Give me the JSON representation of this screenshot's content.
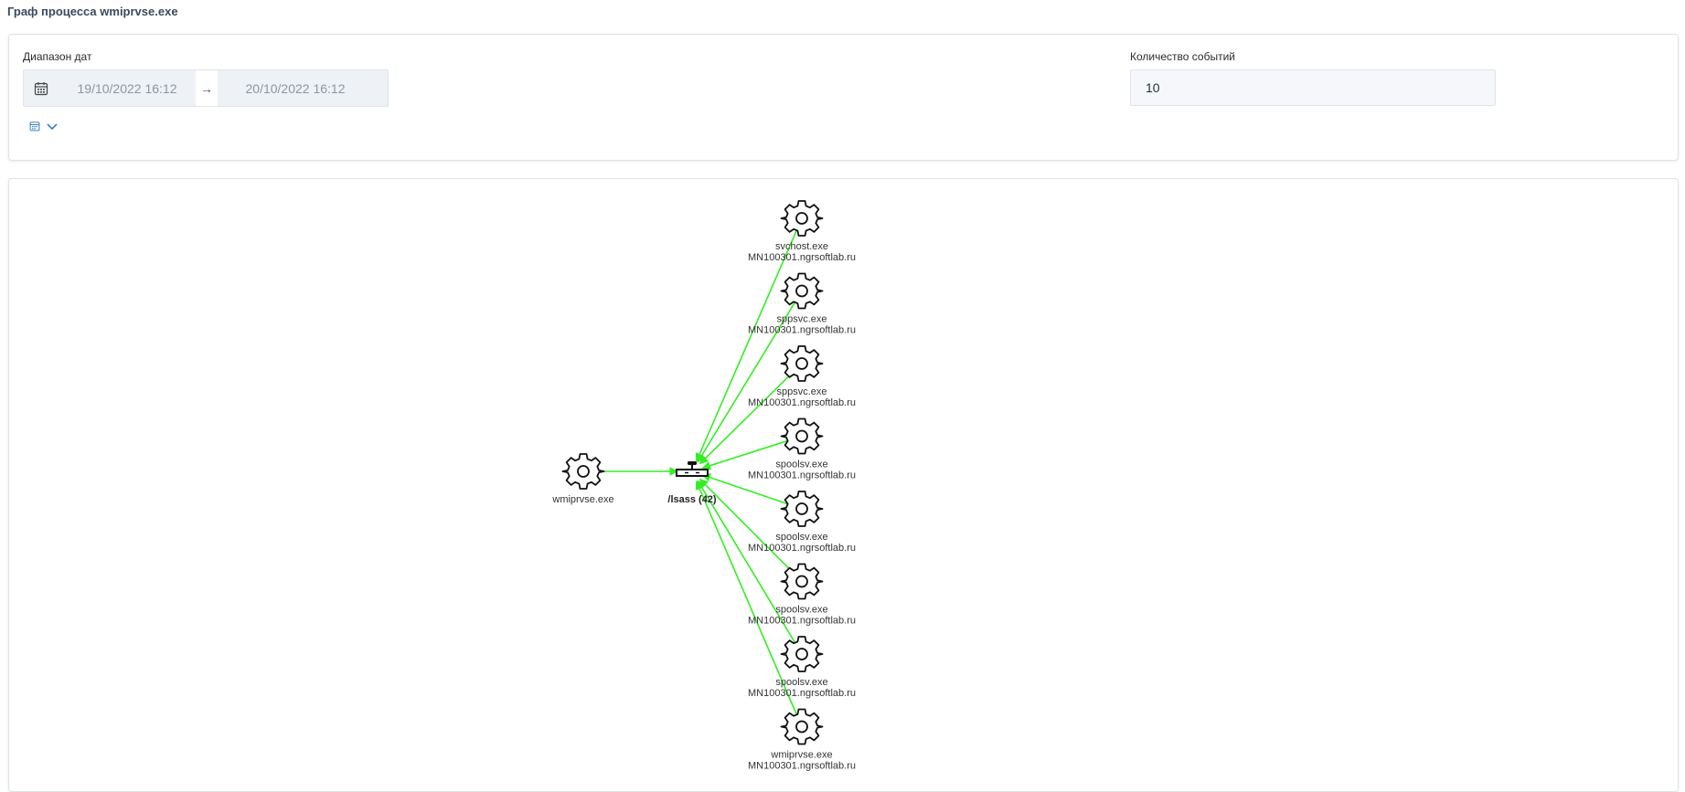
{
  "page": {
    "title": "Граф процесса wmiprvse.exe"
  },
  "filters": {
    "date_range_label": "Диапазон дат",
    "date_start": "19/10/2022 16:12",
    "date_end": "20/10/2022 16:12",
    "range_separator": "→",
    "event_count_label": "Количество событий",
    "event_count_value": "10",
    "icons": {
      "calendar": "calendar-icon",
      "preset_calendar": "calendar-small-icon",
      "chevron": "chevron-down-icon"
    }
  },
  "graph": {
    "edge_color": "#33ee22",
    "center_node": {
      "label": "/lsass (42)",
      "icon": "network-endpoint-icon"
    },
    "source_node": {
      "label": "wmiprvse.exe",
      "icon": "gear-icon"
    },
    "target_nodes": [
      {
        "name": "svchost.exe",
        "host": "MN100301.ngrsoftlab.ru",
        "icon": "gear-icon"
      },
      {
        "name": "sppsvc.exe",
        "host": "MN100301.ngrsoftlab.ru",
        "icon": "gear-icon"
      },
      {
        "name": "sppsvc.exe",
        "host": "MN100301.ngrsoftlab.ru",
        "icon": "gear-icon"
      },
      {
        "name": "spoolsv.exe",
        "host": "MN100301.ngrsoftlab.ru",
        "icon": "gear-icon"
      },
      {
        "name": "spoolsv.exe",
        "host": "MN100301.ngrsoftlab.ru",
        "icon": "gear-icon"
      },
      {
        "name": "spoolsv.exe",
        "host": "MN100301.ngrsoftlab.ru",
        "icon": "gear-icon"
      },
      {
        "name": "spoolsv.exe",
        "host": "MN100301.ngrsoftlab.ru",
        "icon": "gear-icon"
      },
      {
        "name": "wmiprvse.exe",
        "host": "MN100301.ngrsoftlab.ru",
        "icon": "gear-icon"
      }
    ]
  }
}
